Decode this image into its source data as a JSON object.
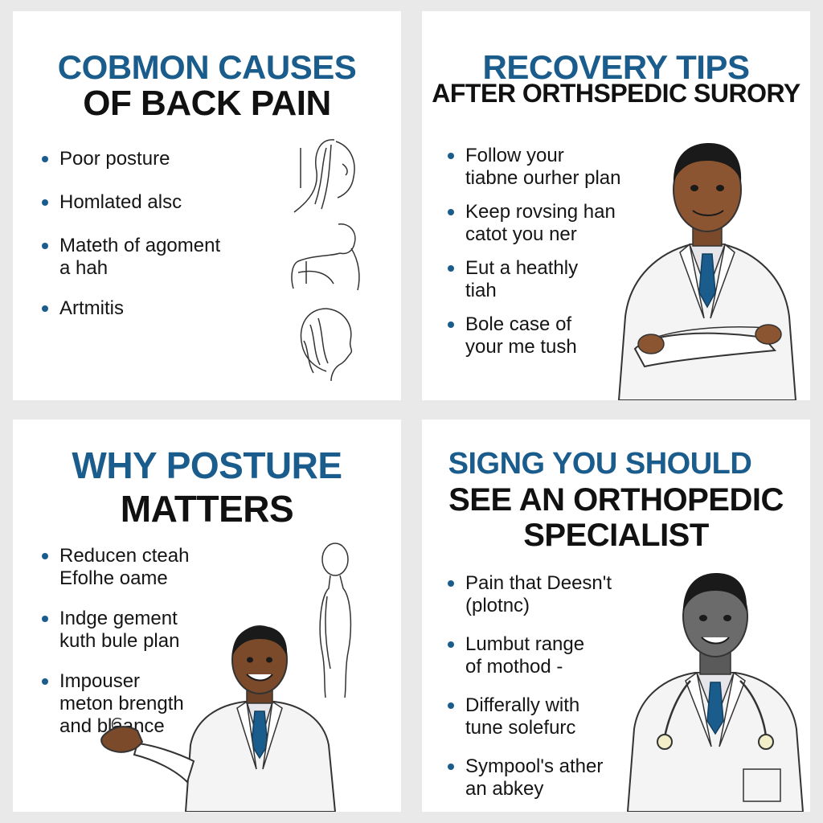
{
  "cards": [
    {
      "title_line1": "COBMON CAUSES",
      "title_line2": "OF BACK PAIN",
      "bullets": [
        {
          "line1": "Poor posture",
          "line2": ""
        },
        {
          "line1": "Homlated alsc",
          "line2": ""
        },
        {
          "line1": "Mateth of agoment",
          "line2": "a hah"
        },
        {
          "line1": "Artmitis",
          "line2": ""
        }
      ]
    },
    {
      "title_line1": "RECOVERY TIPS",
      "title_line2": "AFTER ORTHSPEDIC SURORY",
      "bullets": [
        {
          "line1": "Follow your",
          "line2": "tiabne ourher plan"
        },
        {
          "line1": "Keep rovsing han",
          "line2": "catot you ner"
        },
        {
          "line1": "Eut a heathly",
          "line2": "tiah"
        },
        {
          "line1": "Bole case of",
          "line2": "your me tush"
        }
      ]
    },
    {
      "title_line1": "WHY POSTURE",
      "title_line2": "MATTERS",
      "bullets": [
        {
          "line1": "Reducen cteah",
          "line2": "Efolhe oame"
        },
        {
          "line1": "Indge gement",
          "line2": "kuth bule plan"
        },
        {
          "line1": "Impouser",
          "line2": "meton brength",
          "line3": "and blaance"
        }
      ]
    },
    {
      "title_line1": "SIGNG YOU SHOULD",
      "title_line2": "SEE AN ORTHOPEDIC",
      "title_line3": "SPECIALIST",
      "bullets": [
        {
          "line1": "Pain that Deesn't",
          "line2": "(plotnc)"
        },
        {
          "line1": "Lumbut range",
          "line2": "of mothod -"
        },
        {
          "line1": "Differally with",
          "line2": "tune solefurc"
        },
        {
          "line1": "Sympool's ather",
          "line2": "an abkey"
        }
      ]
    }
  ],
  "colors": {
    "accent": "#1a5c8c",
    "heading_dark": "#111111",
    "page_bg": "#e9e9e9",
    "card_bg": "#ffffff"
  },
  "icons": [
    "back-pain-head-sketch",
    "back-pain-torso-sketch",
    "back-pain-profile-sketch",
    "posture-silhouette",
    "doctor-crossed-arms",
    "doctor-presenting",
    "doctor-stethoscope"
  ]
}
